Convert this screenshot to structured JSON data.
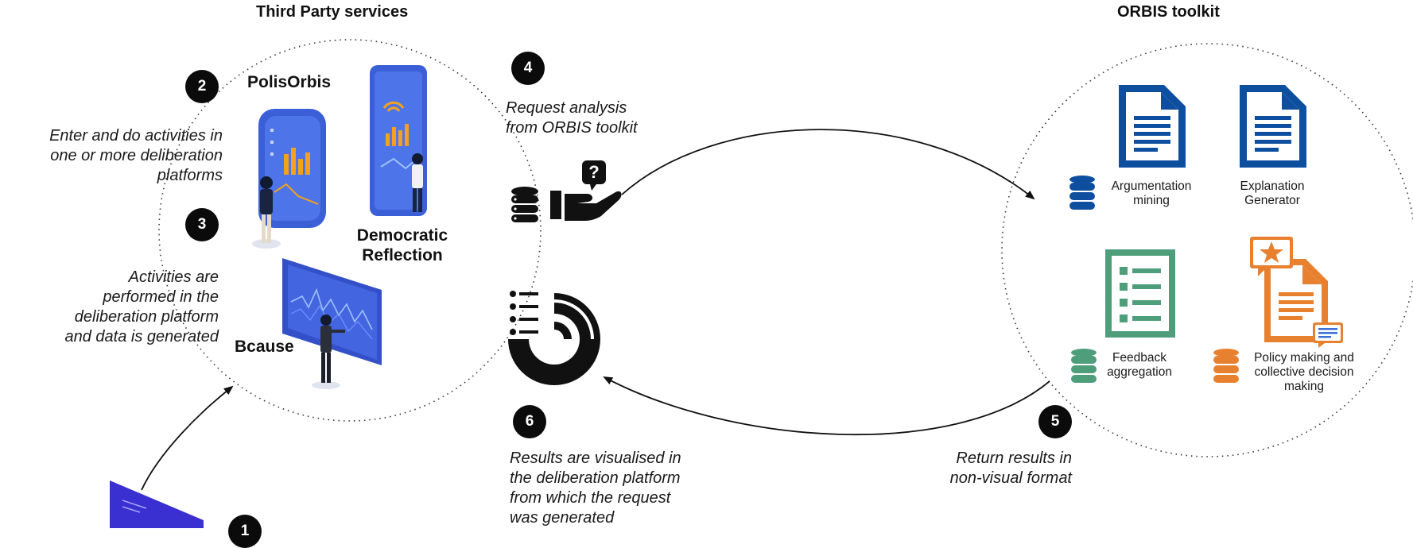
{
  "sections": {
    "third_party_title": "Third Party services",
    "orbis_title": "ORBIS toolkit"
  },
  "platforms": {
    "polisorbis": "PolisOrbis",
    "democratic_reflection_line1": "Democratic",
    "democratic_reflection_line2": "Reflection",
    "bcause": "Bcause"
  },
  "steps": {
    "step1": {
      "number": "1"
    },
    "step2": {
      "number": "2",
      "lines": [
        "Enter and do activities in",
        "one or more deliberation",
        "platforms"
      ]
    },
    "step3": {
      "number": "3",
      "lines": [
        "Activities are",
        "performed in the",
        "deliberation platform",
        "and data is generated"
      ]
    },
    "step4": {
      "number": "4",
      "lines": [
        "Request analysis",
        "from ORBIS toolkit"
      ]
    },
    "step5": {
      "number": "5",
      "lines": [
        "Return results in",
        "non-visual format"
      ]
    },
    "step6": {
      "number": "6",
      "lines": [
        "Results are visualised in",
        "the deliberation platform",
        "from which the request",
        "was generated"
      ]
    }
  },
  "tools": {
    "argumentation": {
      "lines": [
        "Argumentation",
        "mining"
      ],
      "color": "#0d4f9e"
    },
    "explanation": {
      "lines": [
        "Explanation",
        "Generator"
      ],
      "color": "#0d4f9e"
    },
    "feedback": {
      "lines": [
        "Feedback",
        "aggregation"
      ],
      "color": "#4e9e7c"
    },
    "policy": {
      "lines": [
        "Policy making and",
        "collective decision",
        "making"
      ],
      "color": "#e8812f"
    }
  },
  "icons": {
    "request": [
      "database-icon",
      "hand-question-icon"
    ],
    "results": [
      "list-icon",
      "donut-chart-icon"
    ],
    "tools": [
      "document-icon",
      "database-icon",
      "checklist-icon",
      "star-document-icon",
      "chat-bubble-icon"
    ],
    "platforms": [
      "tablet-chart-illustration",
      "phone-chart-illustration",
      "wide-screen-chart-illustration",
      "laptop-illustration"
    ]
  },
  "colors": {
    "accent_blue": "#0d4f9e",
    "accent_green": "#4e9e7c",
    "accent_orange": "#e8812f",
    "platform_blue": "#3b5fd6",
    "badge": "#0b0b0b"
  }
}
